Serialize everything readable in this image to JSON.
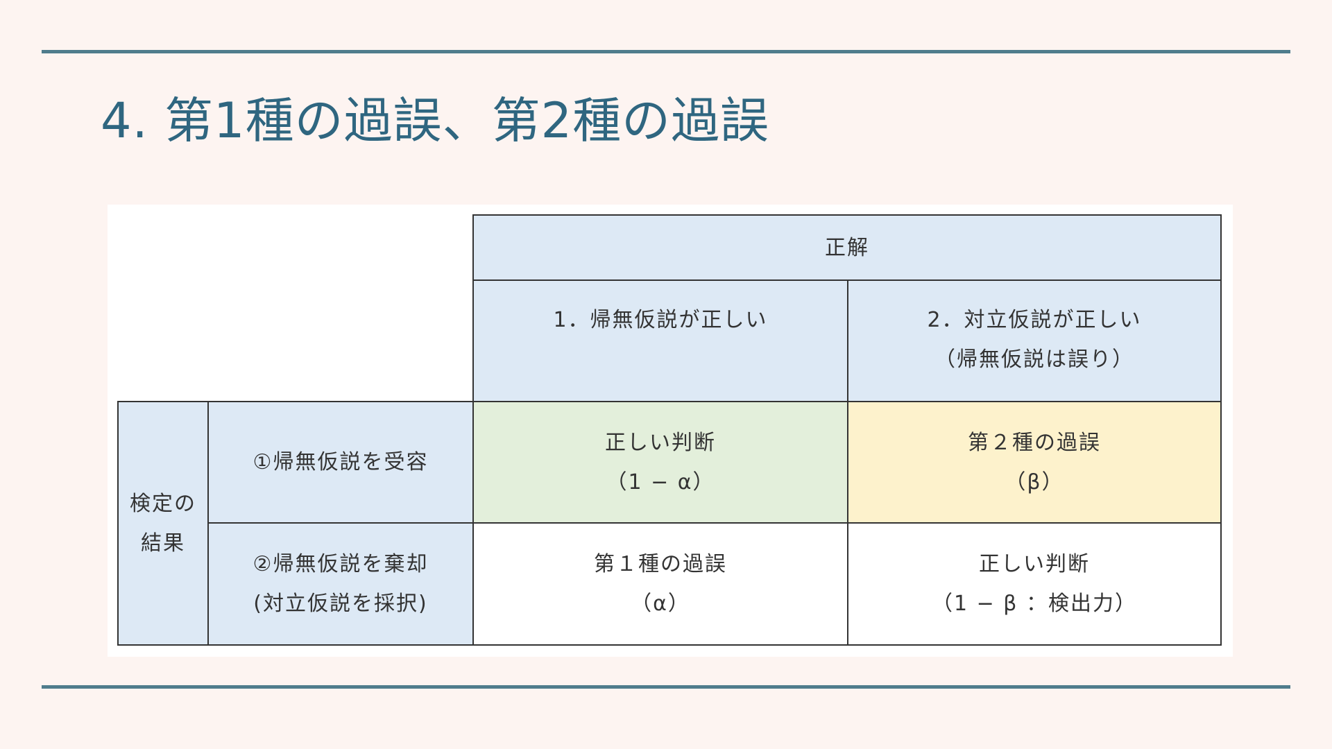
{
  "slide": {
    "title": "4. 第1種の過誤、第2種の過誤"
  },
  "table": {
    "truth_header": "正解",
    "col1": {
      "line1": "1．帰無仮説が正しい"
    },
    "col2": {
      "line1": "2．対立仮説が正しい",
      "line2": "（帰無仮説は誤り）"
    },
    "result_header": {
      "line1": "検定の",
      "line2": "結果"
    },
    "row1": {
      "label": "①帰無仮説を受容"
    },
    "row2": {
      "label_line1": "②帰無仮説を棄却",
      "label_line2": "(対立仮説を採択)"
    },
    "r1c1": {
      "line1": "正しい判断",
      "line2": "（1 − α）"
    },
    "r1c2": {
      "line1": "第２種の過誤",
      "line2": "（β）"
    },
    "r2c1": {
      "line1": "第１種の過誤",
      "line2": "（α）"
    },
    "r2c2": {
      "line1": "正しい判断",
      "line2": "（1 − β ：検出力）"
    }
  },
  "colors": {
    "background": "#fdf4f1",
    "rule": "#4f7c8c",
    "title": "#2f6680",
    "header_blue": "#dde9f5",
    "correct_green": "#e3efdb",
    "error_yellow": "#fdf2cc"
  }
}
